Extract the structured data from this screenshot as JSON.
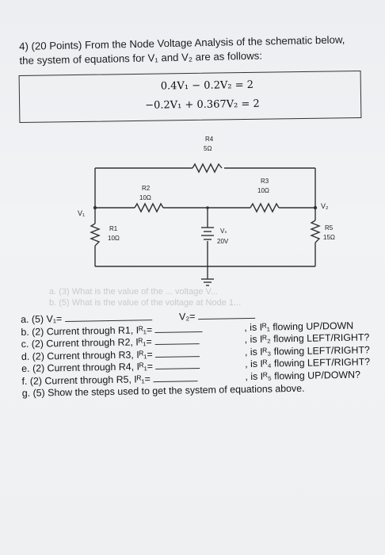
{
  "question": {
    "line1": "4) (20 Points) From the Node Voltage Analysis of the schematic below,",
    "line2": "the system of equations for V₁ and V₂ are as follows:"
  },
  "equations": {
    "eq1": "0.4V₁ − 0.2V₂ = 2",
    "eq2": "−0.2V₁ + 0.367V₂ = 2"
  },
  "circuit": {
    "r4_name": "R4",
    "r4_value": "5Ω",
    "r2_name": "R2",
    "r2_value": "10Ω",
    "r3_name": "R3",
    "r3_value": "10Ω",
    "r1_name": "R1",
    "r1_value": "10Ω",
    "r5_name": "R5",
    "r5_value": "15Ω",
    "vs_name": "Vₛ",
    "vs_value": "20V",
    "v1_label": "V₁",
    "v2_label": "V₂"
  },
  "faded_text": {
    "line1": "a. (3) What is the value of the ... voltage V...",
    "line2": "b. (5) What is the value of the voltage at Node 1..."
  },
  "parts": {
    "a_prefix": "a. (5) V₁=",
    "a_v2": "V₂=",
    "b": "b. (2) Current through R1, Iᴿ₁=",
    "b_right": ", is Iᴿ₁ flowing UP/DOWN",
    "c": "c. (2) Current through R2, Iᴿ₁=",
    "c_right": ", is Iᴿ₂ flowing LEFT/RIGHT?",
    "d": "d. (2) Current through R3, Iᴿ₁=",
    "d_right": ", is Iᴿ₃ flowing LEFT/RIGHT?",
    "e": "e. (2) Current through R4, Iᴿ₁=",
    "e_right": ", is Iᴿ₄ flowing LEFT/RIGHT?",
    "f": "f. (2) Current through R5, Iᴿ₁=",
    "f_right": ", is Iᴿ₅ flowing UP/DOWN?",
    "g": "g. (5) Show the steps used to get the system of equations above."
  }
}
